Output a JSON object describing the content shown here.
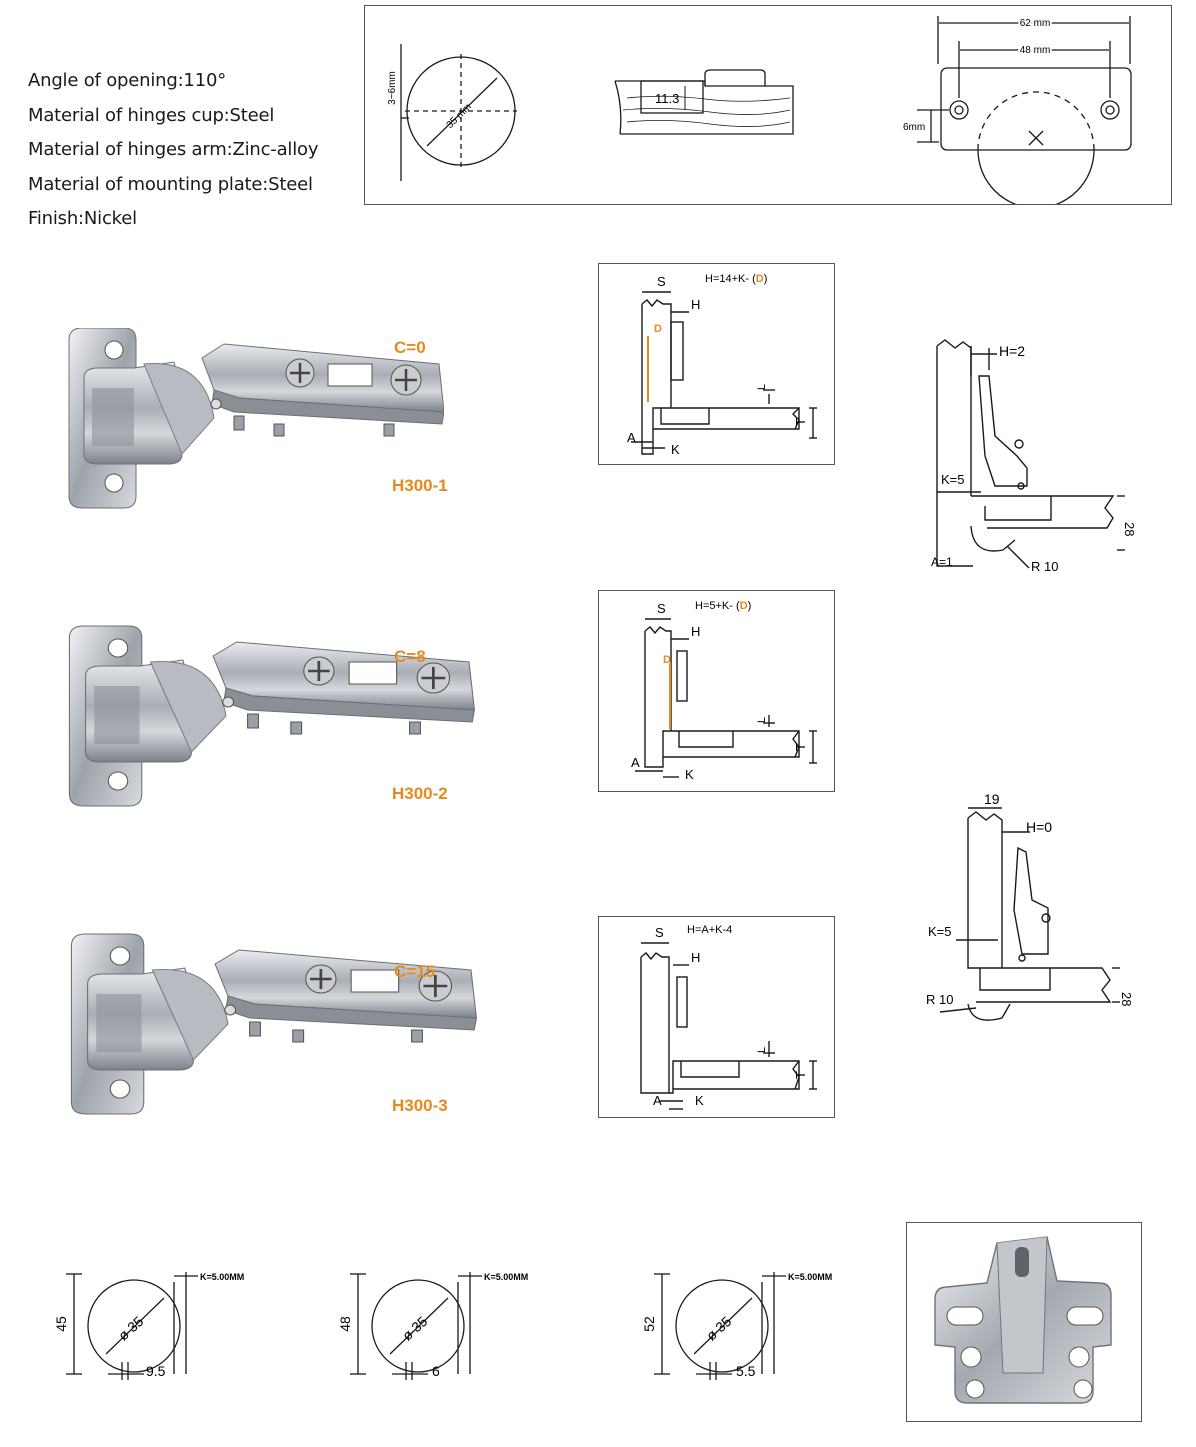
{
  "specs": [
    "Angle of opening:110°",
    "Material of hinges cup:Steel",
    "Material of hinges arm:Zinc-alloy",
    "Material of mounting plate:Steel",
    "Finish:Nickel"
  ],
  "top_drawing": {
    "cup_gap": "3~6mm",
    "cup_dia": "35 mm",
    "depth": "11.3",
    "plate_width": "62 mm",
    "hole_spacing": "48 mm",
    "plate_offset": "6mm"
  },
  "hinges": [
    {
      "c_label": "C=0",
      "model": "H300-1"
    },
    {
      "c_label": "C=8",
      "model": "H300-2"
    },
    {
      "c_label": "C=15",
      "model": "H300-3"
    }
  ],
  "formulas": [
    {
      "formula_prefix": "H=14+K- (",
      "formula_d": "D",
      "formula_suffix": ")",
      "s": "S",
      "h": "H",
      "d": "D",
      "a": "A",
      "k": "K",
      "l": "L",
      "t": "T"
    },
    {
      "formula_prefix": "H=5+K- (",
      "formula_d": "D",
      "formula_suffix": ")",
      "s": "S",
      "h": "H",
      "d": "D",
      "a": "A",
      "k": "K",
      "l": "L",
      "t": "T"
    },
    {
      "formula_prefix": "H=A+K-4",
      "formula_d": "",
      "formula_suffix": "",
      "s": "S",
      "h": "H",
      "d": "",
      "a": "A",
      "k": "K",
      "l": "L",
      "t": "T"
    }
  ],
  "side_views": [
    {
      "h": "H=2",
      "k": "K=5",
      "a": "A=1",
      "r": "R 10",
      "thick": "28",
      "width": ""
    },
    {
      "h": "H=0",
      "k": "K=5",
      "a": "",
      "r": "R 10",
      "thick": "28",
      "width": "19"
    }
  ],
  "drillings": [
    {
      "height": "45",
      "dia": "ø 35",
      "k": "K=5.00MM",
      "offset": "9.5"
    },
    {
      "height": "48",
      "dia": "ø 35",
      "k": "K=5.00MM",
      "offset": "6"
    },
    {
      "height": "52",
      "dia": "ø 35",
      "k": "K=5.00MM",
      "offset": "5.5"
    }
  ],
  "colors": {
    "accent": "#e8891c",
    "metal": "#b8bcc2",
    "line": "#1a1a1a"
  }
}
